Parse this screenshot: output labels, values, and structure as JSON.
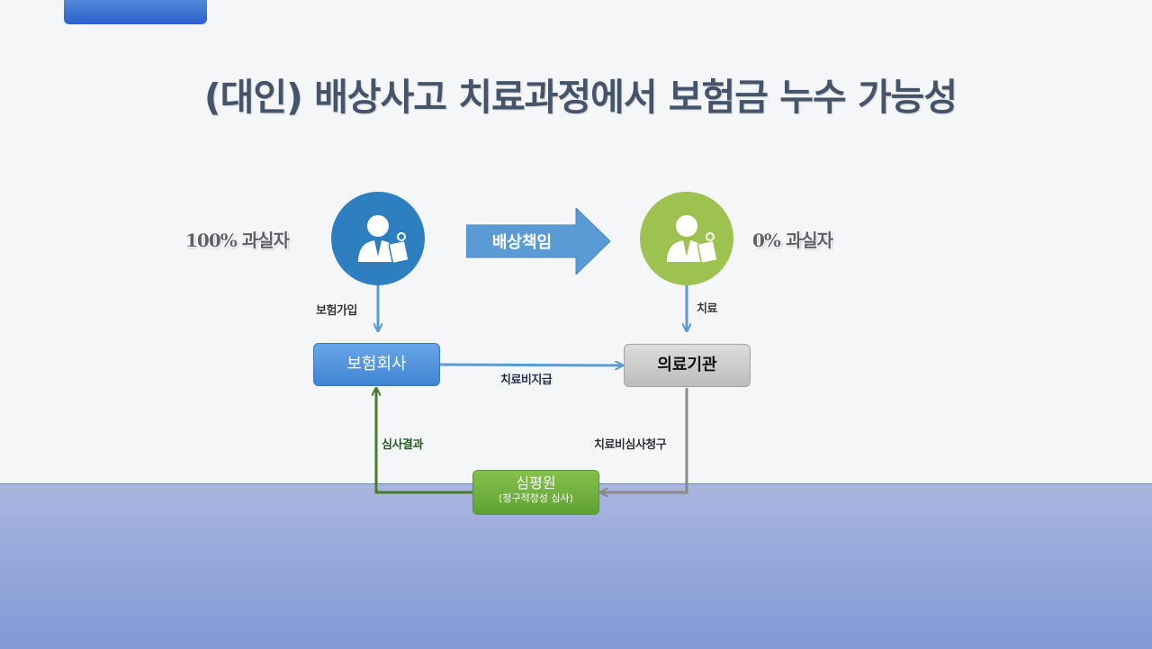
{
  "title": "(대인) 배상사고  치료과정에서 보험금 누수 가능성",
  "parties": {
    "left_label": "100% 과실자",
    "right_label": "0% 과실자"
  },
  "main_arrow": {
    "label": "배상책임"
  },
  "nodes": {
    "insurer": "보험회사",
    "hospital": "의료기관",
    "review": {
      "name": "심평원",
      "sub": "(청구적정성 심사)"
    }
  },
  "edges": {
    "join": "보험가입",
    "treatment": "치료",
    "payment": "치료비지급",
    "claim": "치료비심사청구",
    "result": "심사결과"
  },
  "colors": {
    "title": "#44546a",
    "insurer": "#3f84d2",
    "hospital": "#bdbdbd",
    "review": "#5fa233",
    "left_person": "#2e7fc0",
    "right_person": "#9dc250",
    "band": "#8199d5"
  }
}
